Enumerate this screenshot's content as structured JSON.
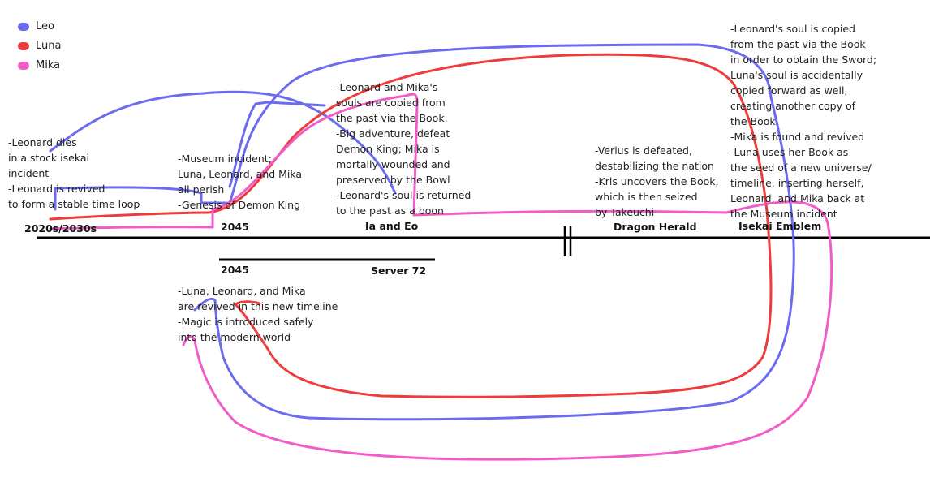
{
  "legend": [
    {
      "name": "Leo",
      "color": "#6b6bef"
    },
    {
      "name": "Luna",
      "color": "#ee3b3b"
    },
    {
      "name": "Mika",
      "color": "#f05cc8"
    }
  ],
  "main_timeline": {
    "eras": [
      "2020s/2030s",
      "2045",
      "Ia and Eo",
      "Dragon Herald",
      "Isekai Emblem"
    ],
    "break_marker": "||"
  },
  "branch_timeline": {
    "eras": [
      "2045",
      "Server 72"
    ]
  },
  "notes": {
    "era_2020s": "-Leonard dies\nin a stock isekai\nincident\n-Leonard is revived\nto form a stable time loop",
    "era_2045": "-Museum incident;\nLuna, Leonard, and Mika\nall perish\n-Genesis of Demon King",
    "ia_and_eo": "-Leonard and Mika's\nsouls are copied from\nthe past via the Book.\n-Big adventure, defeat\nDemon King; Mika is\nmortally wounded and\npreserved by the Bowl\n-Leonard's soul is returned\nto the past as a boon",
    "dragon_herald": "-Verius is defeated,\ndestabilizing the nation\n-Kris uncovers the Book,\nwhich is then seized\nby Takeuchi",
    "isekai_emblem": "-Leonard's soul is copied\nfrom the past via the Book\nin order to obtain the Sword;\nLuna's soul is accidentally\ncopied forward as well,\ncreating another copy of\nthe Book\n-Mika is found and revived\n-Luna uses her Book as\nthe seed of a new universe/\ntimeline, inserting herself,\nLeonard, and Mika back at\nthe Museum incident",
    "server_72": "-Luna, Leonard, and Mika\nare revived in this new timeline\n-Magic is introduced safely\ninto the modern world"
  }
}
